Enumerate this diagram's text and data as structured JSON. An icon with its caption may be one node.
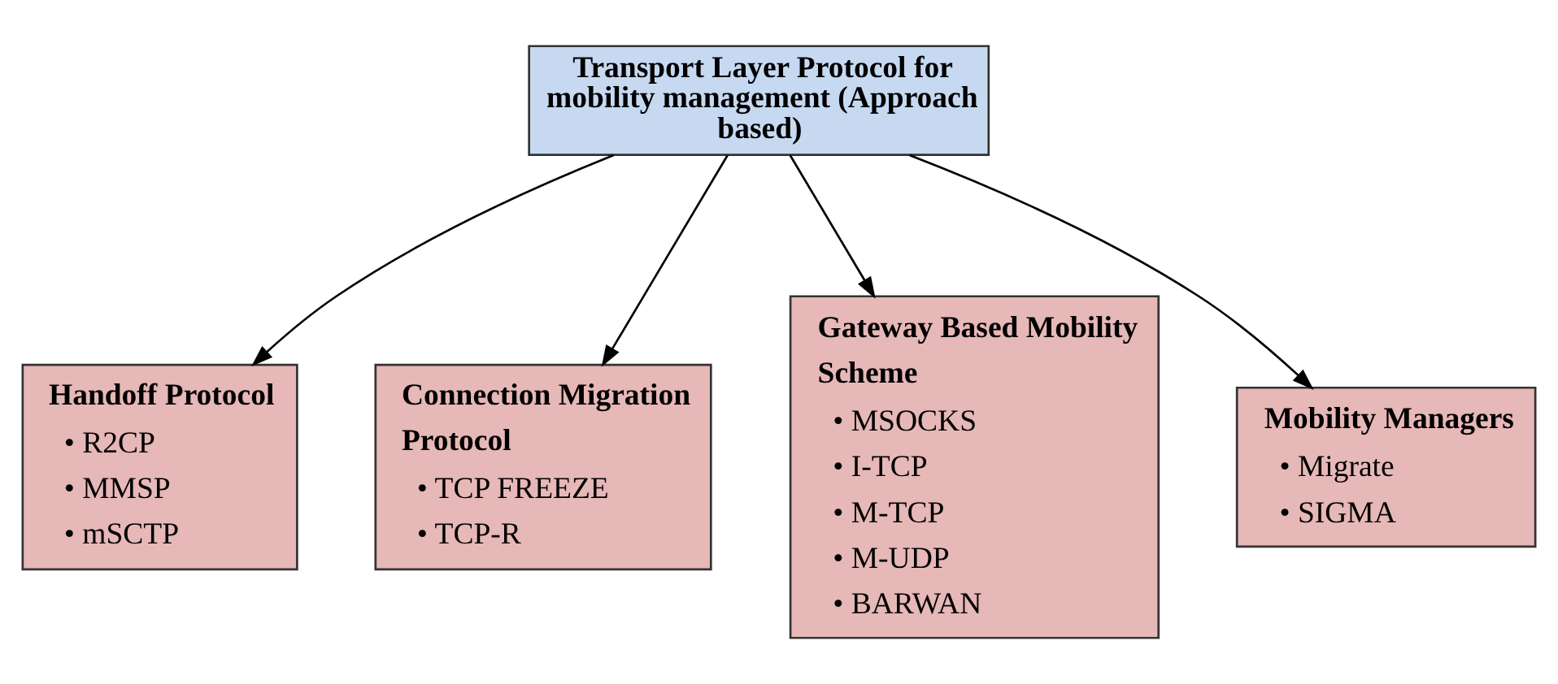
{
  "diagram": {
    "nodes": [
      {
        "text": [
          "Transport Layer Protocol for mobility management (Approach based)"
        ]
      },
      {
        "text": [
          "Handoff Protocol",
          "• R2CP",
          "• MMSP",
          "• mSCTP"
        ]
      },
      {
        "text": [
          "Connection Migration Protocol",
          "• TCP FREEZE",
          "• TCP-R"
        ]
      },
      {
        "text": [
          "Gateway Based Mobility Scheme",
          "• MSOCKS",
          "• I-TCP",
          "• M-TCP",
          "• M-UDP",
          "• BARWAN"
        ]
      },
      {
        "text": [
          "Mobility Managers",
          "• Migrate",
          "• SIGMA"
        ]
      }
    ],
    "edges": [
      {
        "from": 0,
        "to": 1,
        "arrow": "to"
      },
      {
        "from": 0,
        "to": 2,
        "arrow": "to"
      },
      {
        "from": 0,
        "to": 3,
        "arrow": "to"
      },
      {
        "from": 0,
        "to": 4,
        "arrow": "to"
      }
    ]
  }
}
